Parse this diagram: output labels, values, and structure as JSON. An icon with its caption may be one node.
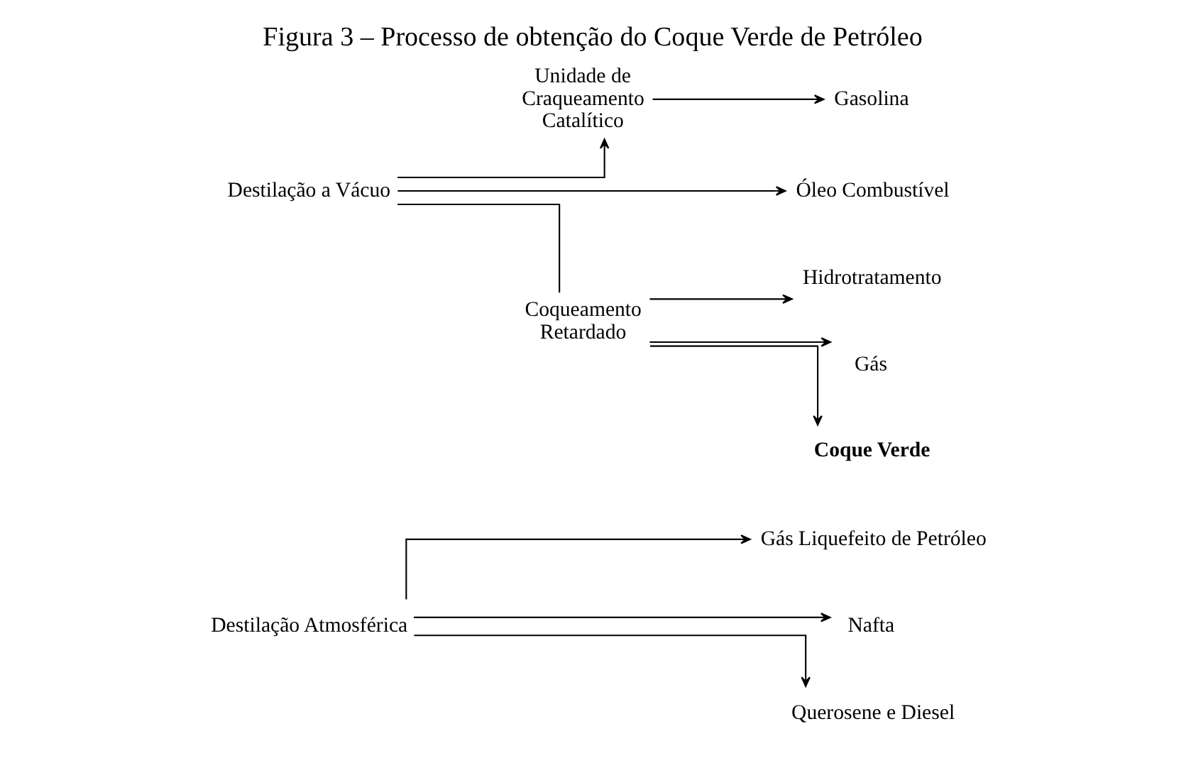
{
  "diagram": {
    "title": "Figura 3 – Processo de obtenção do Coque Verde de Petróleo",
    "nodes": [
      {
        "text": [
          "Destilação Atmosférica"
        ]
      },
      {
        "text": [
          "Gás Liquefeito de Petróleo"
        ]
      },
      {
        "text": [
          "Nafta"
        ]
      },
      {
        "text": [
          "Querosene e Diesel"
        ]
      },
      {
        "text": [
          "Destilação a Vácuo"
        ]
      },
      {
        "text": [
          "Unidade de Craqueamento Catalítico"
        ]
      },
      {
        "text": [
          "Gasolina"
        ]
      },
      {
        "text": [
          "Óleo Combustível"
        ]
      },
      {
        "text": [
          "Coqueamento Retardado"
        ]
      },
      {
        "text": [
          "Hidrotratamento"
        ]
      },
      {
        "text": [
          "Gás"
        ]
      },
      {
        "text": [
          "Coque Verde"
        ]
      }
    ],
    "edges": [
      {
        "from": 0,
        "to": 1,
        "arrow": "to"
      },
      {
        "from": 0,
        "to": 2,
        "arrow": "to"
      },
      {
        "from": 0,
        "to": 3,
        "arrow": "to"
      },
      {
        "from": 4,
        "to": 5,
        "arrow": "to"
      },
      {
        "from": 5,
        "to": 6,
        "arrow": "to"
      },
      {
        "from": 4,
        "to": 7,
        "arrow": "to"
      },
      {
        "from": 4,
        "to": 8,
        "arrow": "none"
      },
      {
        "from": 8,
        "to": 9,
        "arrow": "to"
      },
      {
        "from": 8,
        "to": 10,
        "arrow": "to"
      },
      {
        "from": 8,
        "to": 11,
        "arrow": "to"
      }
    ]
  }
}
